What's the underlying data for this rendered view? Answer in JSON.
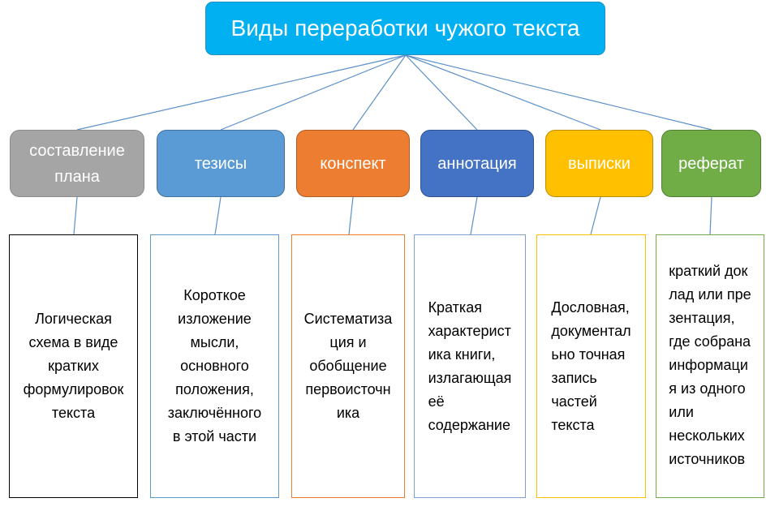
{
  "title": "Виды переработки чужого текста",
  "colors": {
    "title_fill": "#00b0f0",
    "connector": "#5b8fc9"
  },
  "categories": [
    {
      "label": [
        "составление",
        "плана"
      ],
      "color": "#a5a5a5",
      "border": "#8c8c8c",
      "desc_border": "#000000",
      "description": [
        "Логическая",
        "схема в виде",
        "кратких",
        "формулировок",
        "текста"
      ]
    },
    {
      "label": [
        "тезисы"
      ],
      "color": "#5b9bd5",
      "border": "#41719c",
      "desc_border": "#5b9bd5",
      "description": [
        "Короткое",
        "изложение",
        "мысли,",
        "основного",
        "положения,",
        "заключённого",
        "в этой части"
      ]
    },
    {
      "label": [
        "конспект"
      ],
      "color": "#ed7d31",
      "border": "#ae5a21",
      "desc_border": "#ed7d31",
      "description": [
        "Систематиза",
        "ция и",
        "обобщение",
        "первоисточн",
        "ика"
      ]
    },
    {
      "label": [
        "аннотация"
      ],
      "color": "#4472c4",
      "border": "#2f528f",
      "desc_border": "#7f9fd3",
      "description": [
        "Краткая",
        "характерист",
        "ика книги,",
        "излагающая",
        "её",
        "содержание"
      ]
    },
    {
      "label": [
        "выписки"
      ],
      "color": "#ffc000",
      "border": "#bc8c00",
      "desc_border": "#ffc000",
      "description": [
        "Дословная,",
        "документал",
        "ьно точная",
        "запись",
        "частей",
        "текста"
      ]
    },
    {
      "label": [
        "реферат"
      ],
      "color": "#70ad47",
      "border": "#507e32",
      "desc_border": "#70ad47",
      "description": [
        "краткий док",
        "лад или пре",
        "зентация,",
        "где собрана",
        "информаци",
        "я из одного",
        "или",
        "нескольких",
        "источников"
      ]
    }
  ]
}
